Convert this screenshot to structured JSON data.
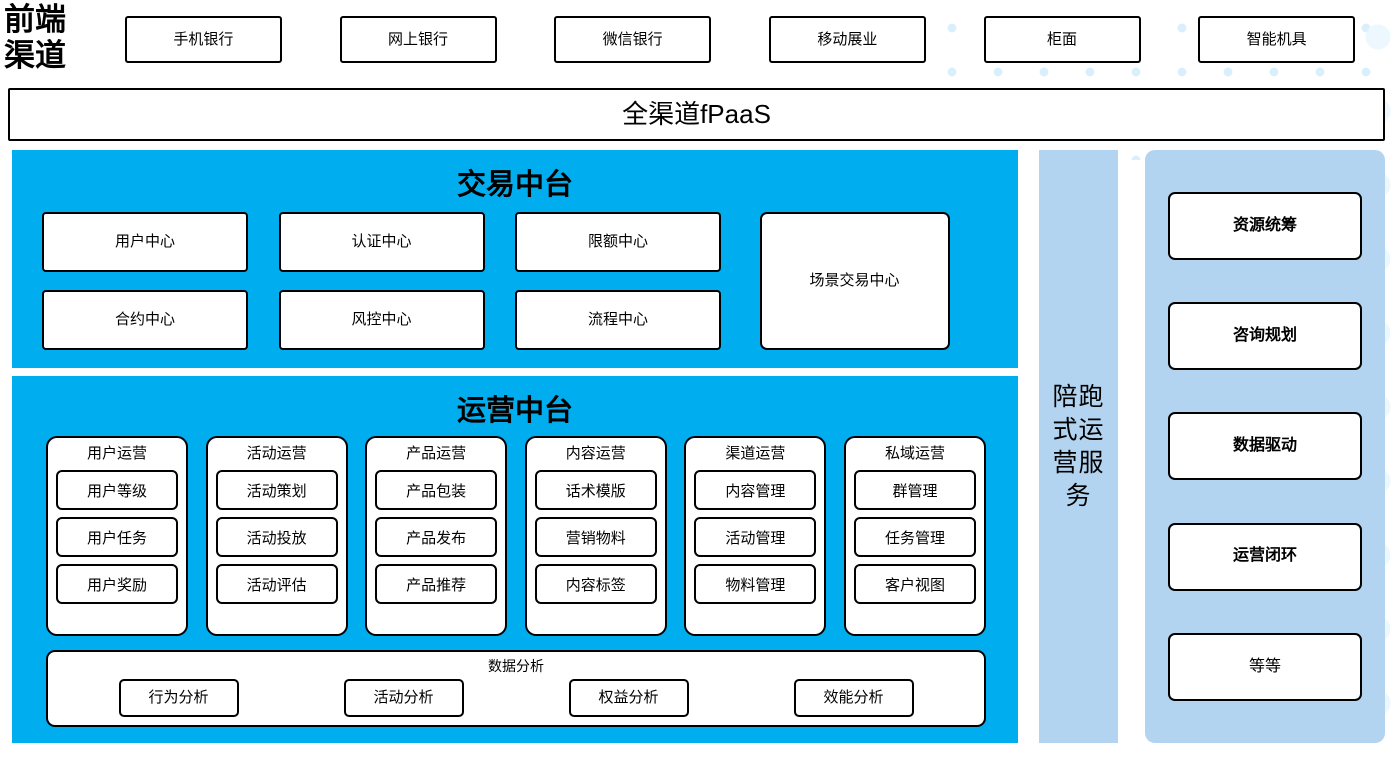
{
  "colors": {
    "platform_cyan": "#00AEEF",
    "service_light_blue": "#B3D4F0",
    "border_black": "#000000",
    "card_white": "#FFFFFF",
    "dot_pattern": "#D8EEFC"
  },
  "front_channel": {
    "label_lines": [
      "前端",
      "渠道"
    ],
    "channels": [
      {
        "label": "手机银行"
      },
      {
        "label": "网上银行"
      },
      {
        "label": "微信银行"
      },
      {
        "label": "移动展业"
      },
      {
        "label": "柜面"
      },
      {
        "label": "智能机具"
      }
    ]
  },
  "fpaas_bar": {
    "label": "全渠道fPaaS"
  },
  "trade_platform": {
    "title": "交易中台",
    "columns": [
      {
        "items": [
          "用户中心",
          "合约中心"
        ]
      },
      {
        "items": [
          "认证中心",
          "风控中心"
        ]
      },
      {
        "items": [
          "限额中心",
          "流程中心"
        ]
      }
    ],
    "wide_box": "场景交易中心"
  },
  "ops_platform": {
    "title": "运营中台",
    "groups": [
      {
        "title": "用户运营",
        "items": [
          "用户等级",
          "用户任务",
          "用户奖励"
        ]
      },
      {
        "title": "活动运营",
        "items": [
          "活动策划",
          "活动投放",
          "活动评估"
        ]
      },
      {
        "title": "产品运营",
        "items": [
          "产品包装",
          "产品发布",
          "产品推荐"
        ]
      },
      {
        "title": "内容运营",
        "items": [
          "话术模版",
          "营销物料",
          "内容标签"
        ]
      },
      {
        "title": "渠道运营",
        "items": [
          "内容管理",
          "活动管理",
          "物料管理"
        ]
      },
      {
        "title": "私域运营",
        "items": [
          "群管理",
          "任务管理",
          "客户视图"
        ]
      }
    ],
    "analysis": {
      "title": "数据分析",
      "items": [
        "行为分析",
        "活动分析",
        "权益分析",
        "效能分析"
      ]
    }
  },
  "service_column": {
    "label": "陪跑式运营服务"
  },
  "value_panel": {
    "cards": [
      {
        "label": "资源统筹",
        "bold": true
      },
      {
        "label": "咨询规划",
        "bold": true
      },
      {
        "label": "数据驱动",
        "bold": true
      },
      {
        "label": "运营闭环",
        "bold": true
      },
      {
        "label": "等等",
        "bold": false
      }
    ]
  }
}
